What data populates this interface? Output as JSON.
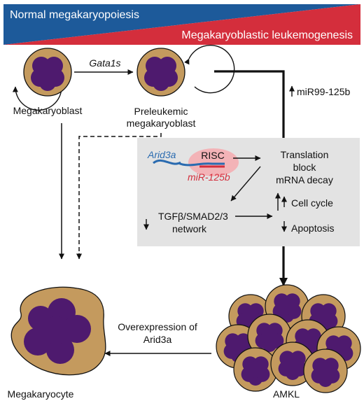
{
  "banner": {
    "top_text": "Normal megakaryopoiesis",
    "bottom_text": "Megakaryoblastic leukemogenesis",
    "top_color": "#1d5a9a",
    "bottom_color": "#d42e3c"
  },
  "cells": {
    "megakaryoblast": "Megakaryoblast",
    "preleukemic_line1": "Preleukemic",
    "preleukemic_line2": "megakaryoblast",
    "megakaryocyte": "Megakaryocyte",
    "amkl": "AMKL"
  },
  "arrows": {
    "gata1s": "Gata1s",
    "mir99_label": "miR99-125b",
    "overexpression_line1": "Overexpression of",
    "overexpression_line2": "Arid3a"
  },
  "mechanism_box": {
    "arid3a": "Arid3a",
    "risc": "RISC",
    "mir125b": "miR-125b",
    "translation_line1": "Translation",
    "translation_line2": "block",
    "translation_line3": "mRNA decay",
    "tgfb_line1": "TGFβ/SMAD2/3",
    "tgfb_line2": "network",
    "cell_cycle": "Cell cycle",
    "apoptosis": "Apoptosis"
  },
  "colors": {
    "cell_body": "#c49a5e",
    "nucleus": "#4e1a6e",
    "box_bg": "#e3e3e3",
    "risc_blob": "#f3b3b7",
    "arid3a_text": "#2a6bb0",
    "mirna_text": "#d42e3c"
  }
}
